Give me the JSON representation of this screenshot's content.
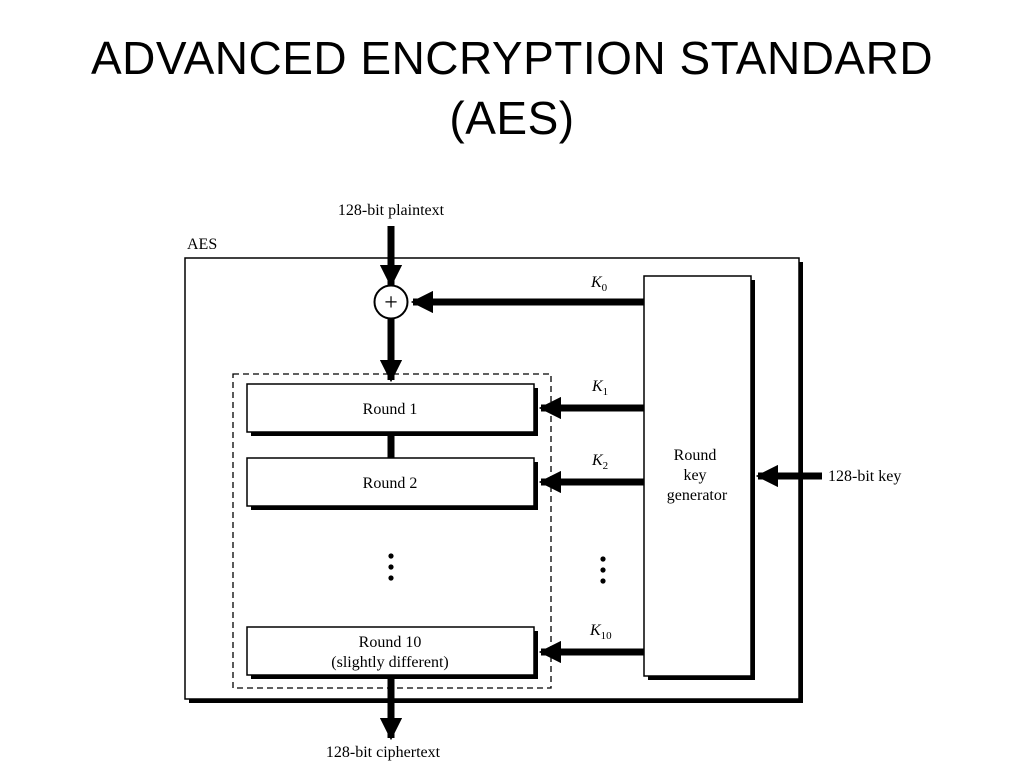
{
  "slide": {
    "title_line1": "ADVANCED ENCRYPTION STANDARD",
    "title_line2": "(AES)"
  },
  "diagram": {
    "box_label": "AES",
    "input_label": "128-bit plaintext",
    "output_label": "128-bit ciphertext",
    "key_label": "128-bit key",
    "xor_symbol": "+",
    "generator": {
      "line1": "Round",
      "line2": "key",
      "line3": "generator"
    },
    "rounds": {
      "round1": "Round 1",
      "round2": "Round 2",
      "round10_line1": "Round 10",
      "round10_line2": "(slightly different)"
    },
    "keys": {
      "k0": {
        "main": "K",
        "sub": "0"
      },
      "k1": {
        "main": "K",
        "sub": "1"
      },
      "k2": {
        "main": "K",
        "sub": "2"
      },
      "k10": {
        "main": "K",
        "sub": "10"
      }
    }
  }
}
